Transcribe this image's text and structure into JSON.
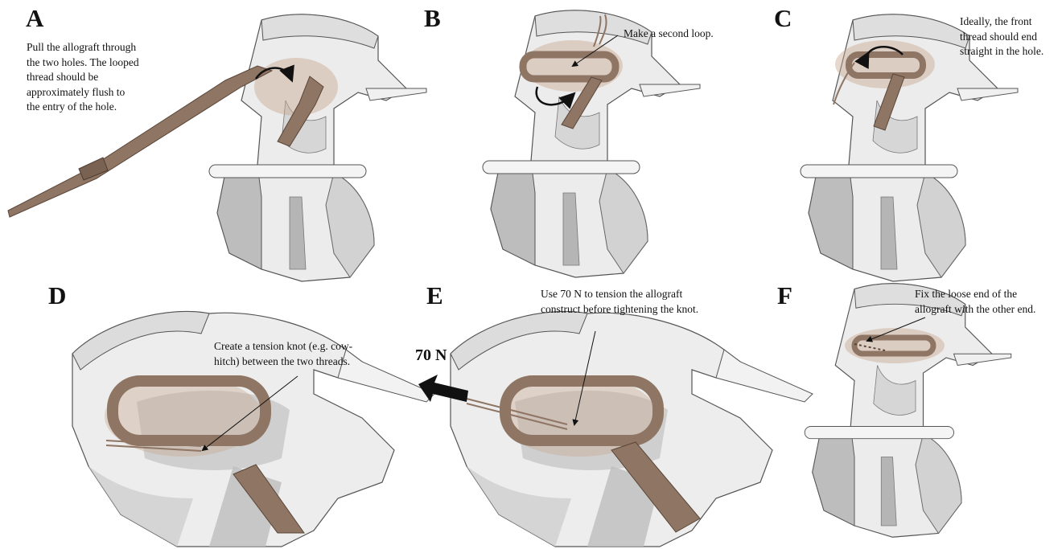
{
  "panels": [
    {
      "letter": "A",
      "caption": [
        "Pull the allograft through",
        "the two holes. The looped",
        "thread should be",
        "approximately flush to",
        "the entry of the hole."
      ]
    },
    {
      "letter": "B",
      "caption": [
        "Make a second loop."
      ]
    },
    {
      "letter": "C",
      "caption": [
        "Ideally, the front",
        "thread should end",
        "straight in the hole."
      ]
    },
    {
      "letter": "D",
      "caption": [
        "Create a tension knot (e.g. cow-",
        "hitch) between the two threads."
      ]
    },
    {
      "letter": "E",
      "caption": [
        "Use 70 N to tension the allograft",
        "construct before tightening the knot."
      ]
    },
    {
      "letter": "F",
      "caption": [
        "Fix the loose end of the",
        "allograft with the other end."
      ]
    }
  ],
  "force_label": "70 N",
  "colors": {
    "bone_light": "#eeeeee",
    "bone_mid": "#cfcfcf",
    "bone_dark": "#a9a9a9",
    "bone_edge": "#555555",
    "graft": "#8f7564",
    "graft_light": "#c9a892",
    "arrow": "#111111"
  }
}
